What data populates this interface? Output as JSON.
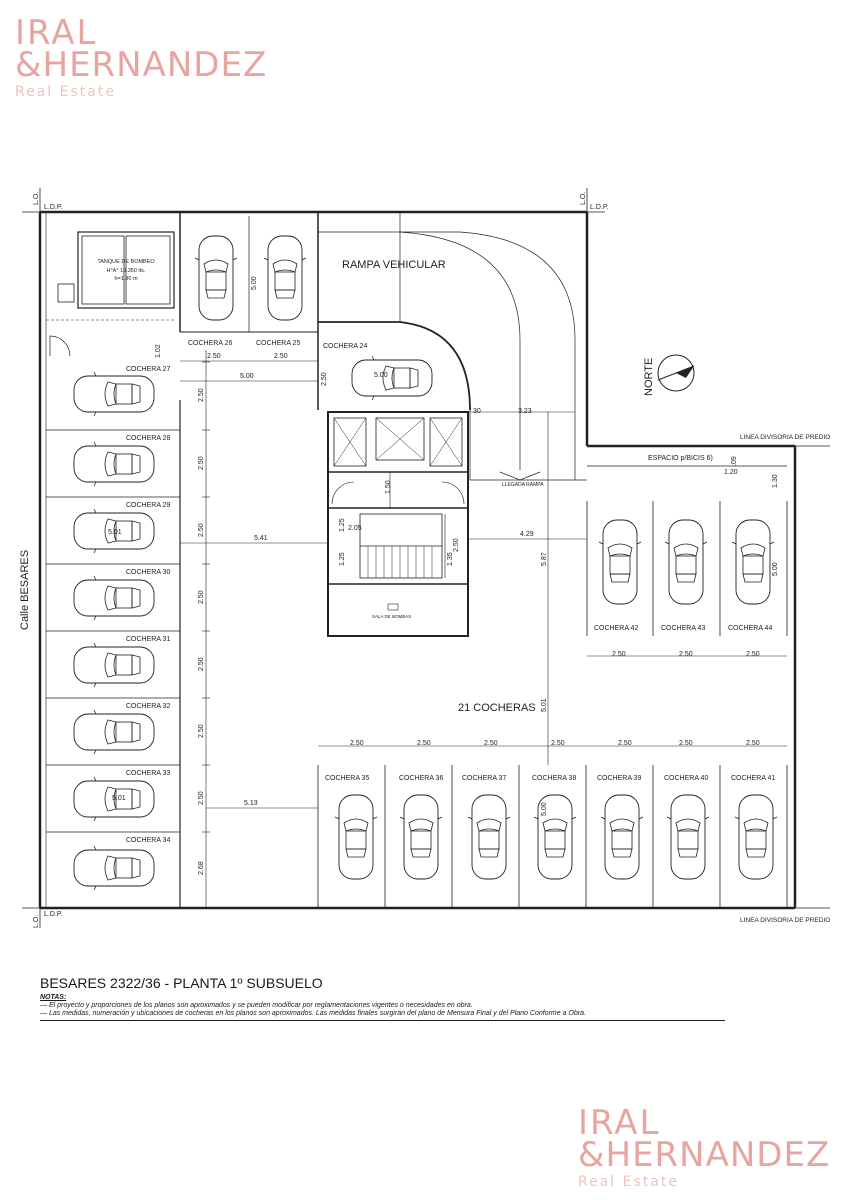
{
  "brand": {
    "line1": "IRAL",
    "line2": "&HERNANDEZ",
    "line3": "Real Estate",
    "color": "#e8a5a0"
  },
  "labels": {
    "lo": "L.O.",
    "ldp": "L.D.P.",
    "rampa": "RAMPA VEHICULAR",
    "norte": "NORTE",
    "linea_div": "LINEA DIVISORIA DE PREDIO",
    "espacio_bicis": "ESPACIO p/BICIS 6)",
    "llegada_rampa": "LLEGADA RAMPA",
    "tanque_1": "TANQUE DE BOMBEO",
    "tanque_2": "H°A° 19.350 lts.",
    "tanque_3": "h=1.90 m",
    "sala_bombas": "SALA DE BOMBAS",
    "calle": "Calle  BESARES",
    "total_cocheras": "21 COCHERAS"
  },
  "cocheras": {
    "c24": "COCHERA 24",
    "c25": "COCHERA 25",
    "c26": "COCHERA 26",
    "c27": "COCHERA 27",
    "c28": "COCHERA 28",
    "c29": "COCHERA 29",
    "c30": "COCHERA 30",
    "c31": "COCHERA 31",
    "c32": "COCHERA 32",
    "c33": "COCHERA 33",
    "c34": "COCHERA 34",
    "c35": "COCHERA 35",
    "c36": "COCHERA 36",
    "c37": "COCHERA 37",
    "c38": "COCHERA 38",
    "c39": "COCHERA 39",
    "c40": "COCHERA 40",
    "c41": "COCHERA 41",
    "c42": "COCHERA 42",
    "c43": "COCHERA 43",
    "c44": "COCHERA 44"
  },
  "dims": {
    "d250": "2.50",
    "d500": "5.00",
    "d501": "5.01",
    "d102": "1.02",
    "d541": "5.41",
    "d513": "5.13",
    "d268": "2.68",
    "d323": "3.23",
    "d150": "1.50",
    "d429": "4.29",
    "d587": "5.87",
    "d130": "1.30",
    "d120": "1.20",
    "d09": ".09",
    "d205": "2.05",
    "d125": "1.25",
    "d135": "1.35",
    "d30": "30"
  },
  "caption": {
    "title": "BESARES 2322/36 - PLANTA 1º SUBSUELO",
    "notes_heading": "NOTAS:",
    "note1": "— El proyecto y proporciones de los planos son aproximados y se pueden modificar por reglamentaciones vigentes o necesidades en obra.",
    "note2": "— Las medidas, numeración y ubicaciones de cocheras en los planos son aproximados. Las medidas finales surgirán del plano de Mensura Final y del Plano Conforme a Obra."
  }
}
